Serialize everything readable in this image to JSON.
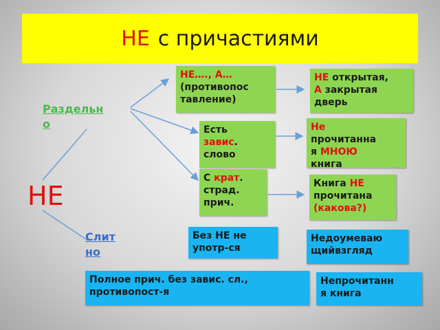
{
  "title": {
    "ne": "НЕ",
    "rest": "с причастиями"
  },
  "root_label": "НЕ",
  "separate": {
    "label_line1": "Раздельн",
    "label_line2": "о",
    "box_opposition": {
      "red": "НЕ…., А…",
      "rest": "(противопос\nтавление)"
    },
    "box_example_opposition": {
      "red1": "НЕ",
      "text1": " открытая,",
      "red2": "А",
      "text2": " закрытая\nдверь"
    },
    "box_dependent": {
      "line1": "Есть",
      "red": "завис",
      "line2": ". слово"
    },
    "box_example_dependent": {
      "red1": "Не",
      "text1": "прочитанна\nя ",
      "red2": "МНОЮ",
      "text2": "\nкнига"
    },
    "box_short": {
      "text1": "С ",
      "red": "крат",
      "text2": ".\nстрад.\nприч."
    },
    "box_example_short": {
      "text1": "Книга ",
      "red1": "НЕ",
      "text2": "\nпрочитана\n",
      "red2": "(какова?)"
    }
  },
  "joined": {
    "label_line1": "Слит",
    "label_line2": "но",
    "box_without_ne": "Без НЕ не\nупотр-ся",
    "box_example_without_ne": "Недоумеваю\nщийвзгляд",
    "box_full": "Полное прич. без завис. сл.,\nпротивопост-я",
    "box_example_full": "Непрочитанн\nя книга"
  },
  "colors": {
    "title_bg": "#ffff00",
    "green_box": "#8ed651",
    "blue_box": "#19b4f2",
    "accent_red": "#e01010",
    "arrow": "#6aa0d8"
  }
}
